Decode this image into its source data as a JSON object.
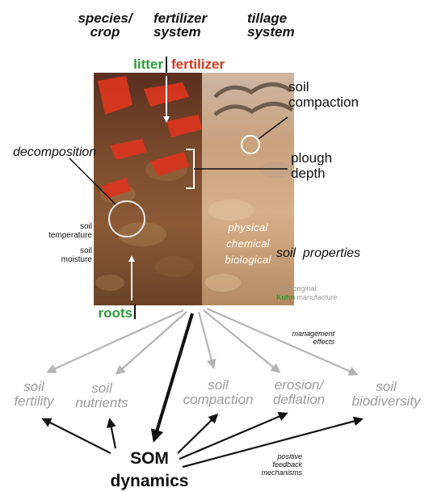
{
  "headers": {
    "species": [
      "species/",
      "crop"
    ],
    "fertilizer": [
      "fertilizer",
      "system"
    ],
    "tillage": [
      "tillage",
      "system"
    ]
  },
  "inputs": {
    "litter": "litter",
    "fertilizer": "fertilizer",
    "roots": "roots"
  },
  "labels": {
    "soil_compaction": [
      "soil",
      "compaction"
    ],
    "decomposition": "decomposition",
    "plough_depth": [
      "plough",
      "depth"
    ],
    "soil_temperature": [
      "soil",
      "temperature"
    ],
    "soil_moisture": [
      "soil",
      "moisture"
    ],
    "soil_properties": "soil  properties",
    "physical": "physical",
    "chemical": "chemical",
    "biological": "biological",
    "foto_original": "Foto original:",
    "kuhn": "Kuhn",
    "manufacture": " manufacture",
    "management_effects": [
      "management",
      "effects"
    ],
    "positive_feedback": [
      "positive",
      "feedback",
      "mechanisms"
    ],
    "som": "SOM",
    "dynamics": "dynamics"
  },
  "effects": {
    "fertility": [
      "soil",
      "fertility"
    ],
    "nutrients": [
      "soil",
      "nutrients"
    ],
    "compaction": [
      "soil",
      "compaction"
    ],
    "erosion": [
      "erosion/",
      "deflation"
    ],
    "biodiversity": [
      "soil",
      "biodiversity"
    ]
  },
  "colors": {
    "green": "#2e9a3a",
    "red": "#d8361e",
    "grey": "#b4b4b4",
    "black": "#111111"
  }
}
